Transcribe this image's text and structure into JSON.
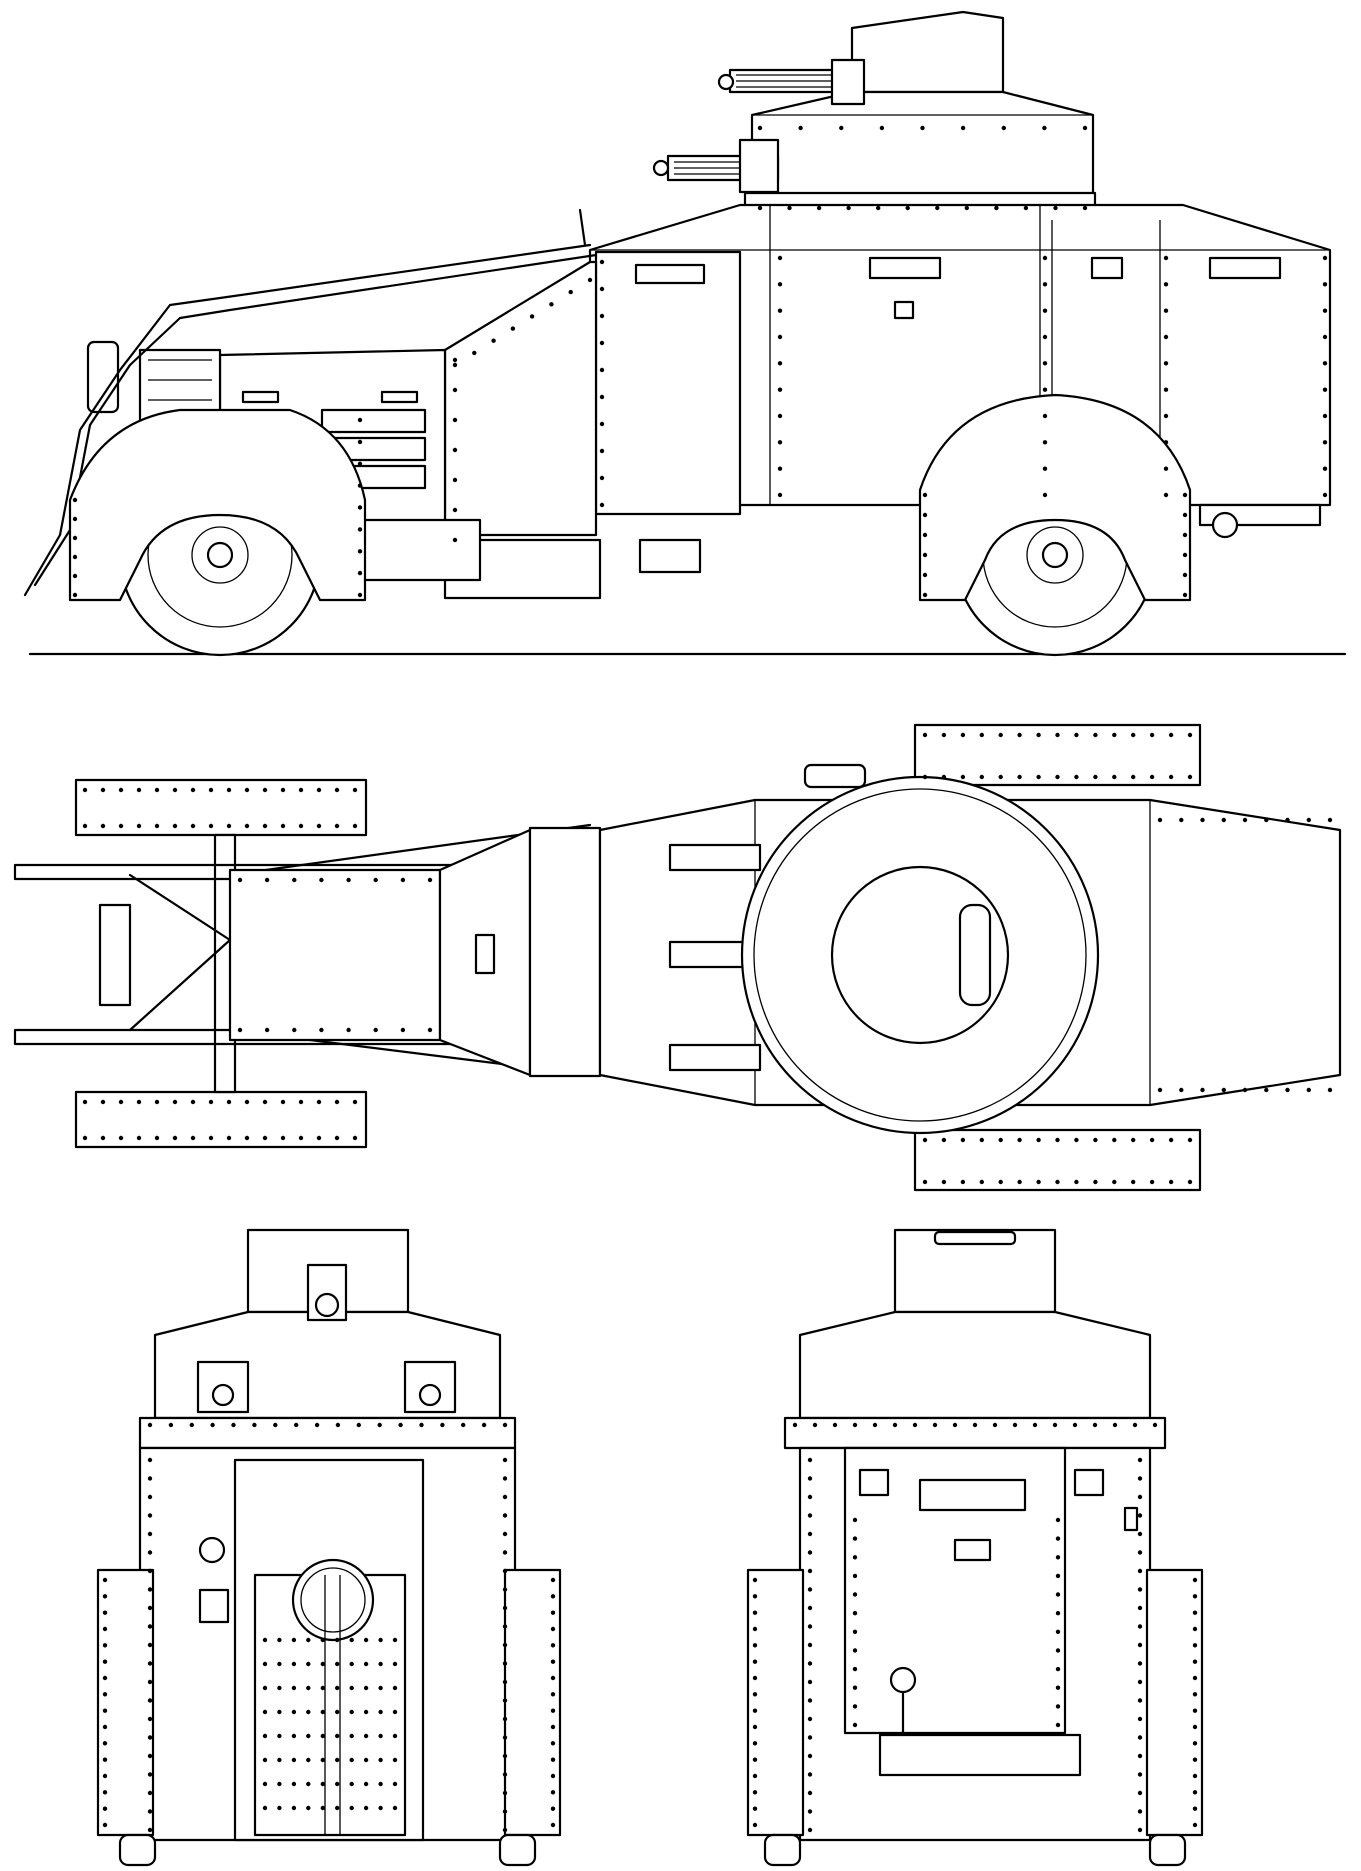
{
  "drawing": {
    "line_color": "#000000",
    "background_color": "#ffffff",
    "views": [
      {
        "id": "side",
        "name": "side-view"
      },
      {
        "id": "top",
        "name": "top-view"
      },
      {
        "id": "front",
        "name": "front-view"
      },
      {
        "id": "rear",
        "name": "rear-view"
      }
    ]
  }
}
